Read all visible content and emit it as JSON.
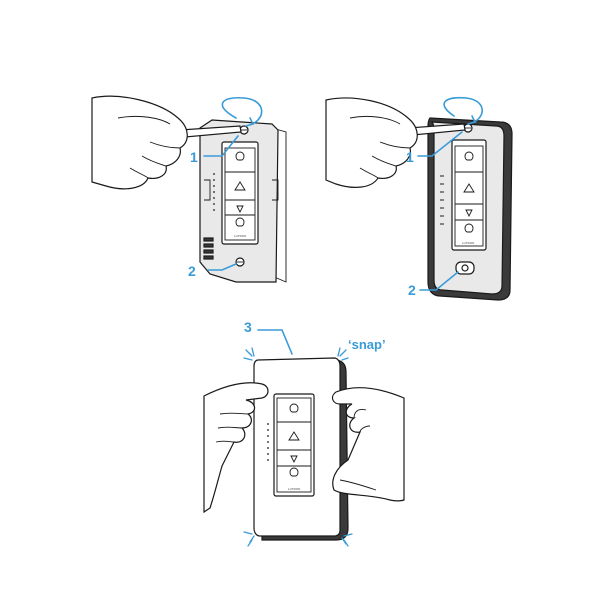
{
  "steps": [
    {
      "id": "screw",
      "number": "1"
    },
    {
      "id": "screw",
      "number": "2"
    },
    {
      "id": "screw",
      "number": "1"
    },
    {
      "id": "screw",
      "number": "2"
    },
    {
      "id": "faceplate",
      "number": "3"
    }
  ],
  "snap_label": "‘snap’",
  "brand": "LUTRON",
  "colors": {
    "callout": "#3a9bd9",
    "ink": "#1a1a1a",
    "plate": "#e9e9e9",
    "dark_plate": "#3a3a3a"
  }
}
